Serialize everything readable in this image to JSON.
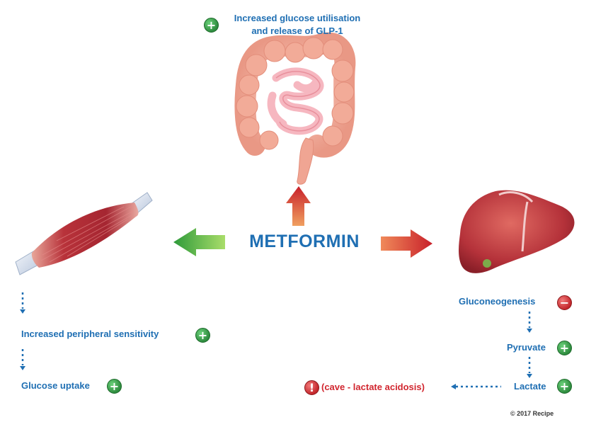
{
  "center": {
    "title": "METFORMIN"
  },
  "intestine": {
    "effect_line1": "Increased glucose utilisation",
    "effect_line2": "and release of GLP-1",
    "effect_icon": "plus-icon"
  },
  "muscle": {
    "steps": [
      {
        "label": "Increased peripheral sensitivity",
        "icon": "plus-icon"
      },
      {
        "label": "Glucose uptake",
        "icon": "plus-icon"
      }
    ]
  },
  "liver": {
    "steps": [
      {
        "label": "Gluconeogenesis",
        "icon": "minus-icon"
      },
      {
        "label": "Pyruvate",
        "icon": "plus-icon"
      },
      {
        "label": "Lactate",
        "icon": "plus-icon"
      }
    ],
    "warning": {
      "label": "(cave - lactate acidosis)",
      "icon": "exclamation-icon"
    }
  },
  "footer": {
    "copyright": "© 2017 Recipe"
  },
  "colors": {
    "text_blue": "#1f6fb3",
    "warning_red": "#d1262f",
    "arrow_green": "#3aa640",
    "arrow_red": "#d1262f",
    "plus_green": "#2e8b3e",
    "minus_red": "#c3262b"
  }
}
